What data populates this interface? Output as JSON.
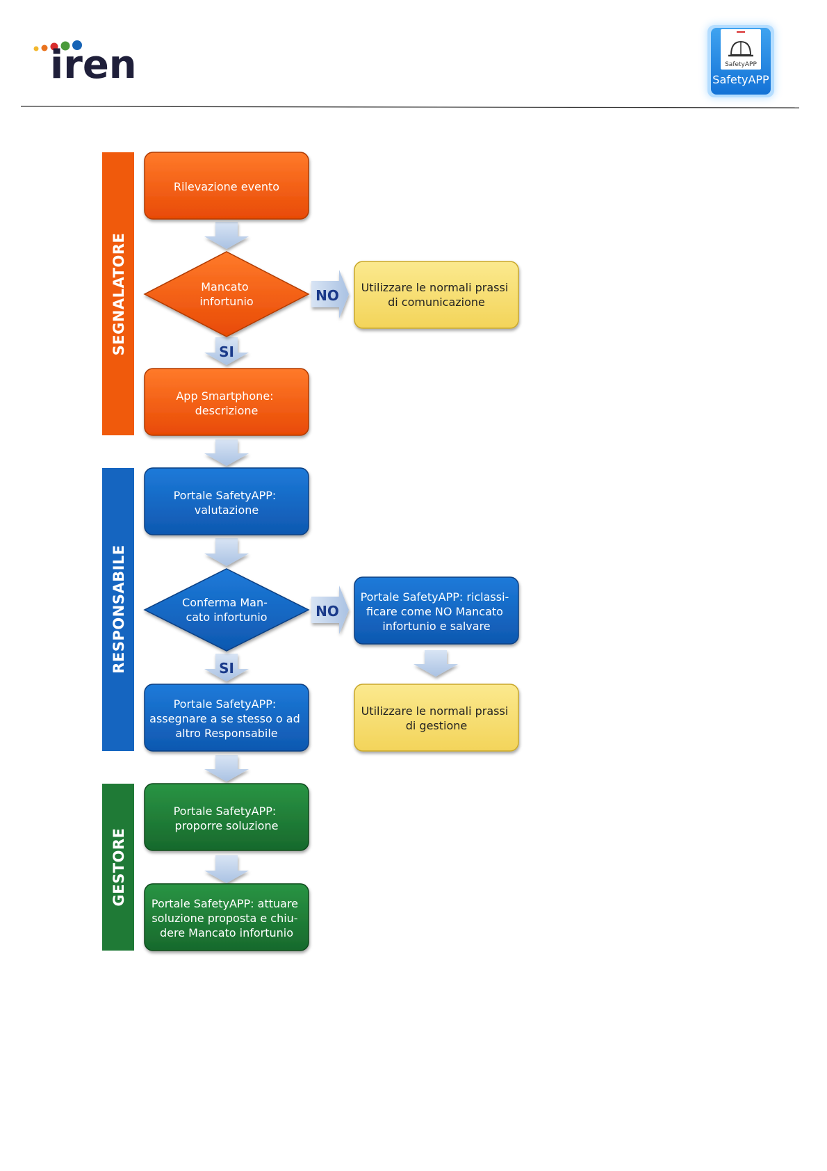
{
  "header": {
    "logo_text": "iren",
    "logo_dot_colors": [
      "#f2b72d",
      "#e9731e",
      "#d82d2d",
      "#4a9a3a",
      "#1763b5"
    ],
    "app_icon_small_label": "SafetyAPP",
    "app_icon_label": "SafetyAPP"
  },
  "colors": {
    "orange": "#f05a0c",
    "blue": "#1565c0",
    "green": "#1f7a36",
    "yellow": "#f8df72",
    "arrow": "#c6d7ee"
  },
  "lanes": {
    "segnalatore": "SEGNALATORE",
    "responsabile": "RESPONSABILE",
    "gestore": "GESTORE"
  },
  "nodes": {
    "rilevazione": [
      "Rilevazione evento"
    ],
    "mancato": [
      "Mancato",
      "infortunio"
    ],
    "prassi_comunicazione": [
      "Utilizzare le normali prassi",
      "di comunicazione"
    ],
    "app_smartphone": [
      "App Smartphone:",
      "descrizione"
    ],
    "valutazione": [
      "Portale SafetyAPP:",
      "valutazione"
    ],
    "conferma": [
      "Conferma Man-",
      "cato infortunio"
    ],
    "riclassificare": [
      "Portale SafetyAPP: riclassi-",
      "ficare come NO Mancato",
      "infortunio e salvare"
    ],
    "assegnare": [
      "Portale SafetyAPP:",
      "assegnare a se stesso o ad",
      "altro Responsabile"
    ],
    "prassi_gestione": [
      "Utilizzare le normali prassi",
      "di gestione"
    ],
    "proporre": [
      "Portale SafetyAPP:",
      "proporre soluzione"
    ],
    "attuare": [
      "Portale SafetyAPP: attuare",
      "soluzione proposta e chiu-",
      "dere Mancato infortunio"
    ]
  },
  "arrow_labels": {
    "no": "NO",
    "si": "SI"
  }
}
